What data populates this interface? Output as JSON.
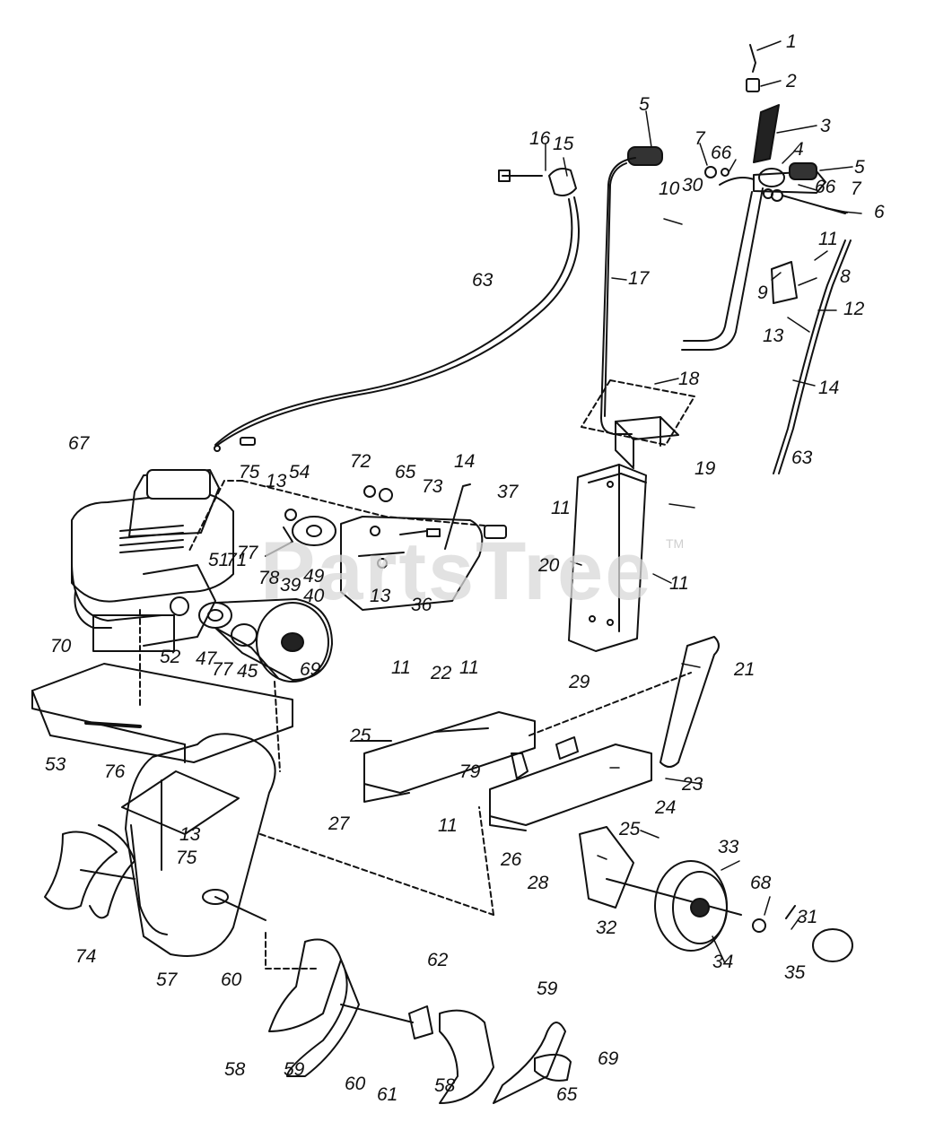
{
  "watermark": {
    "text": "PartsTree",
    "mark": "TM"
  },
  "callouts": [
    "1",
    "2",
    "3",
    "4",
    "5",
    "5",
    "6",
    "7",
    "7",
    "8",
    "9",
    "10",
    "11",
    "11",
    "11",
    "11",
    "11",
    "11",
    "12",
    "13",
    "13",
    "13",
    "13",
    "14",
    "14",
    "15",
    "16",
    "17",
    "18",
    "19",
    "20",
    "21",
    "22",
    "23",
    "24",
    "25",
    "25",
    "26",
    "27",
    "28",
    "29",
    "30",
    "31",
    "32",
    "33",
    "34",
    "35",
    "36",
    "37",
    "39",
    "40",
    "45",
    "47",
    "49",
    "51",
    "52",
    "53",
    "54",
    "57",
    "58",
    "58",
    "59",
    "59",
    "60",
    "60",
    "61",
    "62",
    "63",
    "63",
    "65",
    "65",
    "66",
    "66",
    "67",
    "68",
    "69",
    "69",
    "70",
    "71",
    "72",
    "73",
    "74",
    "75",
    "75",
    "76",
    "77",
    "77",
    "78",
    "79"
  ]
}
